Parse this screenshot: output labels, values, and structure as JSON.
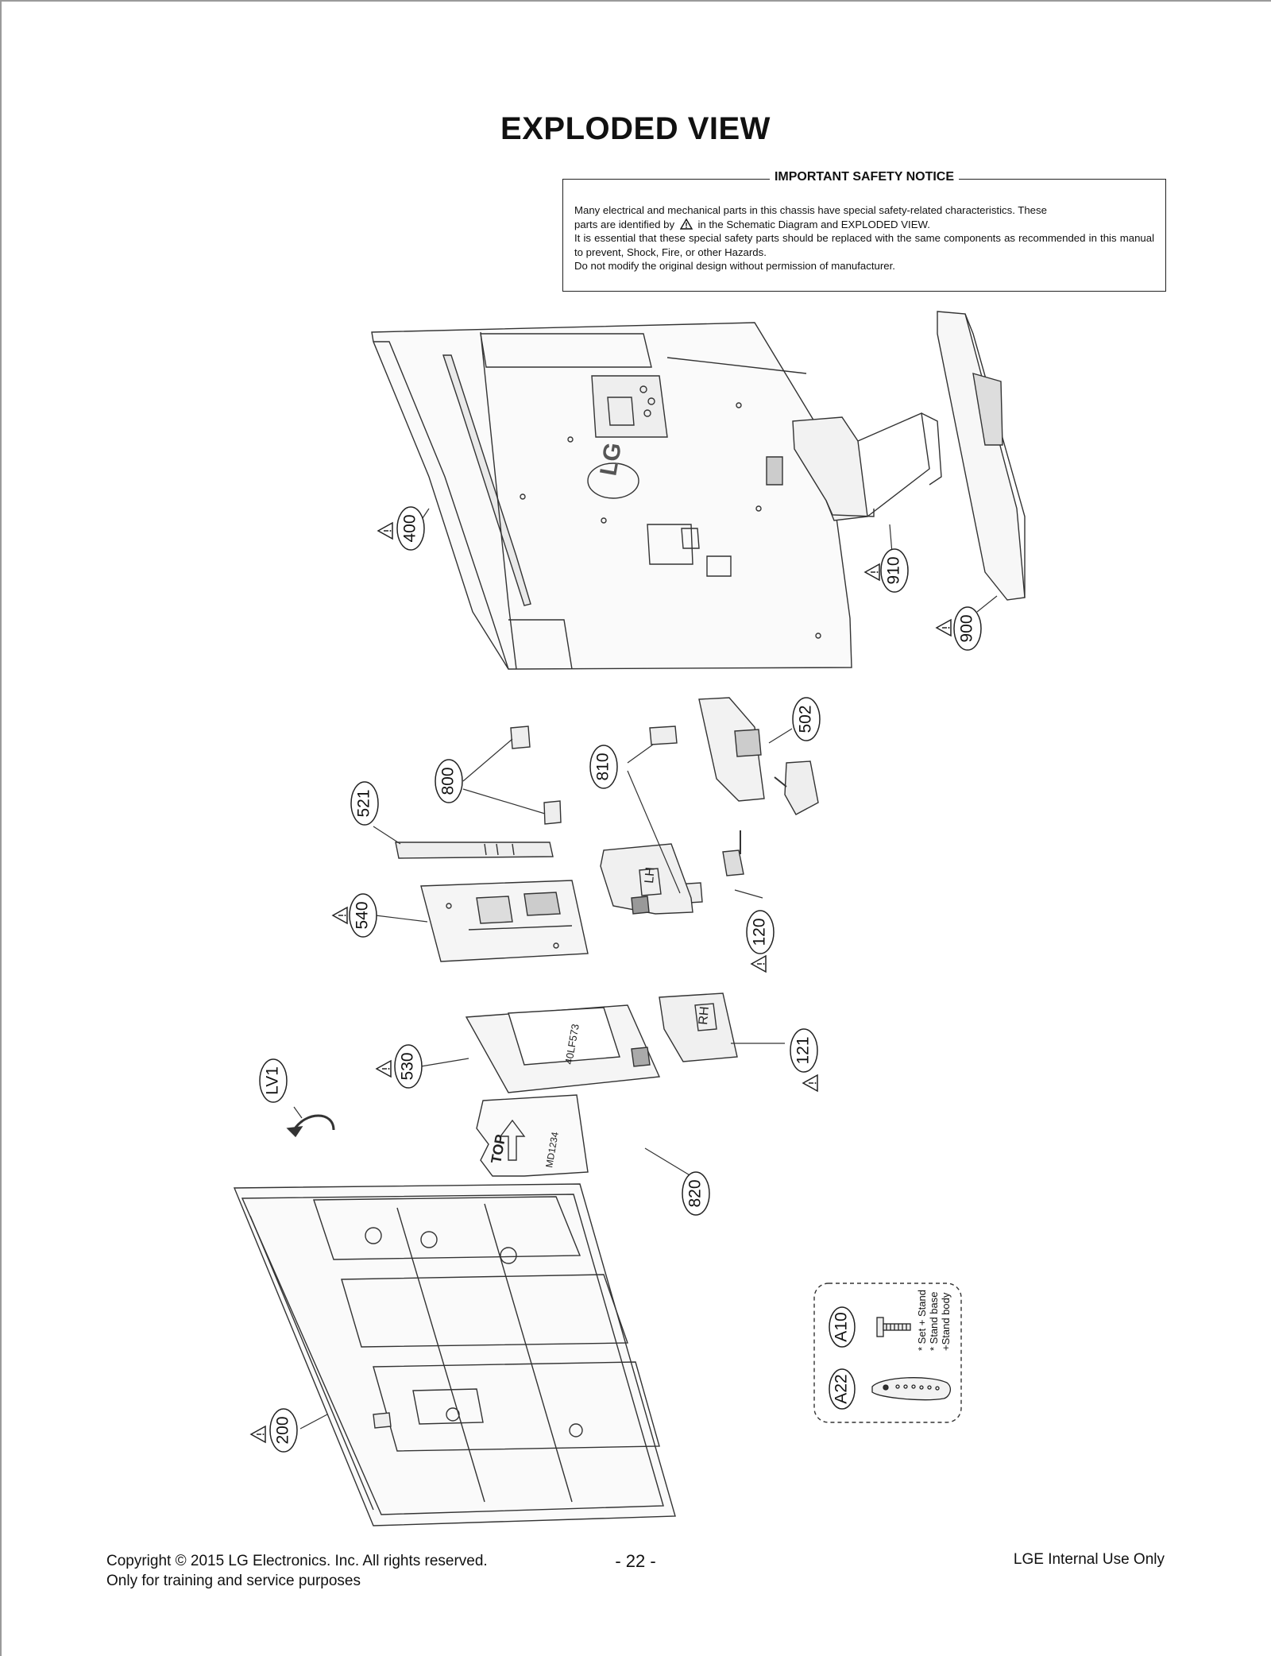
{
  "title": "EXPLODED VIEW",
  "notice": {
    "heading": "IMPORTANT SAFETY NOTICE",
    "line1": "Many electrical and mechanical parts in this chassis have special safety-related characteristics. These",
    "line2_pre": "parts are identified by",
    "line2_post": "in the Schematic Diagram and EXPLODED VIEW.",
    "line3": "It is essential that these special safety parts should be replaced with the same components as recommended in this manual to prevent, Shock, Fire, or other Hazards.",
    "line4": "Do not modify the original design without permission of manufacturer."
  },
  "callouts": {
    "c400": "400",
    "c910": "910",
    "c900": "900",
    "c502": "502",
    "c810": "810",
    "c800": "800",
    "c521": "521",
    "c540": "540",
    "c120": "120",
    "c121": "121",
    "c530": "530",
    "c820": "820",
    "cLV1": "LV1",
    "c200": "200",
    "cA10": "A10",
    "cA22": "A22"
  },
  "part_labels": {
    "lh": "LH",
    "rh": "RH",
    "top": "TOP",
    "logo": "LG",
    "panel_code_1": "40LF573",
    "panel_code_2": "MD1234"
  },
  "accessory_notes": [
    "* Set + Stand",
    "* Stand base",
    "+Stand body"
  ],
  "footer": {
    "copyright": "Copyright  © 2015 LG Electronics. Inc. All rights reserved.",
    "training": "Only for training and service purposes",
    "page": "- 22 -",
    "internal": "LGE Internal Use Only"
  }
}
